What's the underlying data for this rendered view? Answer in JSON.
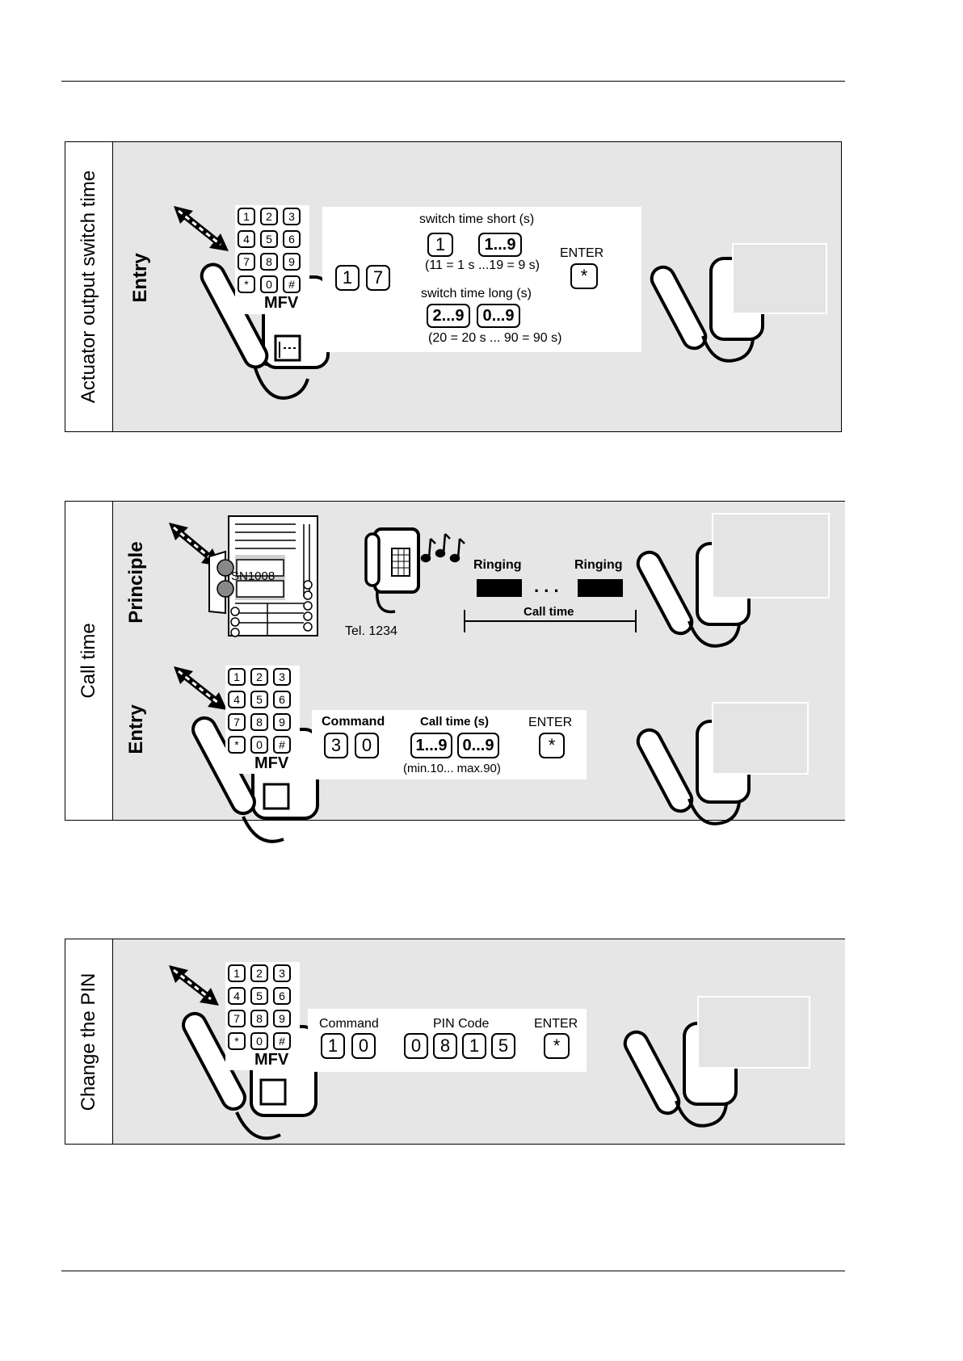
{
  "section1": {
    "side_title": "Actuator output switch time",
    "entry_label": "Entry",
    "keypad_keys": [
      "1",
      "2",
      "3",
      "4",
      "5",
      "6",
      "7",
      "8",
      "9",
      "*",
      "0",
      "#"
    ],
    "mfv": "MFV",
    "cmd_keys": [
      "1",
      "7"
    ],
    "short_label": "switch time short (s)",
    "short_keys": [
      "1",
      "1...9"
    ],
    "short_note": "(11 = 1 s ...19 = 9 s)",
    "long_label": "switch time long (s)",
    "long_keys": [
      "2...9",
      "0...9"
    ],
    "long_note": "(20 = 20 s ... 90 = 90 s)",
    "enter_label": "ENTER",
    "enter_key": "*"
  },
  "section2": {
    "side_title": "Call time",
    "principle_label": "Principle",
    "entry_label": "Entry",
    "panel_name": "SN1008",
    "tel": "Tel. 1234",
    "ringing": "Ringing",
    "dots": ". . .",
    "call_time_label": "Call time",
    "keypad_keys": [
      "1",
      "2",
      "3",
      "4",
      "5",
      "6",
      "7",
      "8",
      "9",
      "*",
      "0",
      "#"
    ],
    "mfv": "MFV",
    "command_label": "Command",
    "command_keys": [
      "3",
      "0"
    ],
    "calltime_label": "Call time (s)",
    "calltime_keys": [
      "1...9",
      "0...9"
    ],
    "calltime_note": "(min.10... max.90)",
    "enter_label": "ENTER",
    "enter_key": "*"
  },
  "section3": {
    "side_title": "Change the PIN",
    "keypad_keys": [
      "1",
      "2",
      "3",
      "4",
      "5",
      "6",
      "7",
      "8",
      "9",
      "*",
      "0",
      "#"
    ],
    "mfv": "MFV",
    "command_label": "Command",
    "command_keys": [
      "1",
      "0"
    ],
    "pin_label": "PIN Code",
    "pin_keys": [
      "0",
      "8",
      "1",
      "5"
    ],
    "enter_label": "ENTER",
    "enter_key": "*"
  }
}
